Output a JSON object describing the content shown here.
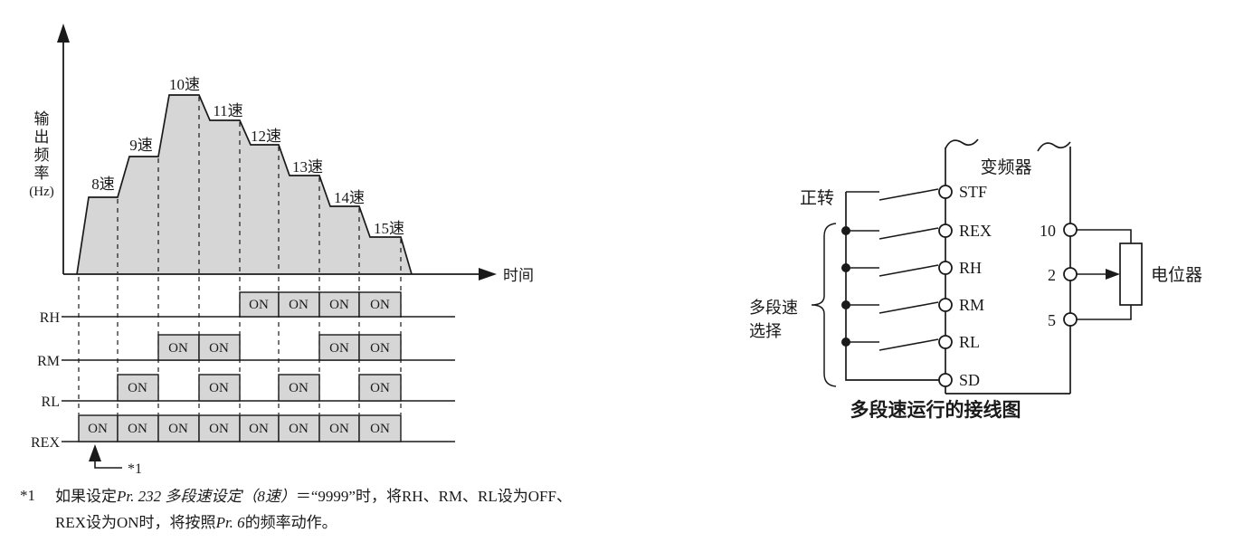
{
  "colors": {
    "ink": "#1a1a1a",
    "fill_gray": "#d6d6d6",
    "background": "#ffffff"
  },
  "chart": {
    "y_axis": {
      "chars": [
        "输",
        "出",
        "频",
        "率"
      ],
      "unit": "(Hz)"
    },
    "x_axis_label": "时间",
    "on_label": "ON",
    "note_marker": "*1",
    "steps": [
      {
        "label": "8速"
      },
      {
        "label": "9速"
      },
      {
        "label": "10速"
      },
      {
        "label": "11速"
      },
      {
        "label": "12速"
      },
      {
        "label": "13速"
      },
      {
        "label": "14速"
      },
      {
        "label": "15速"
      }
    ],
    "signals": [
      {
        "label": "RH"
      },
      {
        "label": "RM"
      },
      {
        "label": "RL"
      },
      {
        "label": "REX"
      }
    ]
  },
  "chart_data": {
    "type": "area",
    "xlabel": "时间",
    "ylabel": "输出频率(Hz)",
    "categories": [
      "8速",
      "9速",
      "10速",
      "11速",
      "12速",
      "13速",
      "14速",
      "15速"
    ],
    "relative_levels": [
      0.43,
      0.66,
      1.0,
      0.86,
      0.72,
      0.55,
      0.38,
      0.21
    ],
    "ylim": [
      0,
      1
    ],
    "slots": 8,
    "grid": "dashed vertical slot boundaries",
    "timing_rows": [
      {
        "signal": "RH",
        "on_slots": [
          5,
          6,
          7,
          8
        ]
      },
      {
        "signal": "RM",
        "on_slots": [
          3,
          4,
          7,
          8
        ]
      },
      {
        "signal": "RL",
        "on_slots": [
          2,
          4,
          6,
          8
        ]
      },
      {
        "signal": "REX",
        "on_slots": [
          1,
          2,
          3,
          4,
          5,
          6,
          7,
          8
        ]
      }
    ]
  },
  "wiring": {
    "inverter_label": "变频器",
    "forward_label": "正转",
    "group_label_line1": "多段速",
    "group_label_line2": "选择",
    "terminals": [
      "STF",
      "REX",
      "RH",
      "RM",
      "RL",
      "SD"
    ],
    "analog_terminals": [
      "10",
      "2",
      "5"
    ],
    "potentiometer_label": "电位器",
    "caption": "多段速运行的接线图"
  },
  "footnote": {
    "marker": "*1",
    "line1": {
      "pre": "如果设定",
      "italic": "Pr. 232 多段速设定（8速）",
      "post": "＝“9999”时，将RH、RM、RL设为OFF、"
    },
    "line2": {
      "pre": "REX设为ON时，将按照",
      "italic": "Pr. 6",
      "post": "的频率动作。"
    }
  }
}
